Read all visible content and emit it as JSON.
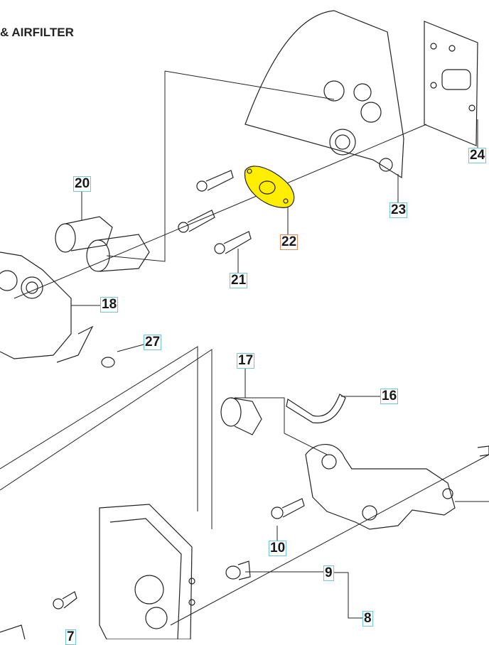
{
  "title": "& AIRFILTER",
  "colors": {
    "label_border": "#6cc9d6",
    "selected_border": "#e8875a",
    "highlight_part": "#ffee00"
  },
  "labels": [
    {
      "id": "20",
      "selected": false
    },
    {
      "id": "24",
      "selected": false
    },
    {
      "id": "23",
      "selected": false
    },
    {
      "id": "22",
      "selected": true
    },
    {
      "id": "21",
      "selected": false
    },
    {
      "id": "18",
      "selected": false
    },
    {
      "id": "27",
      "selected": false
    },
    {
      "id": "17",
      "selected": false
    },
    {
      "id": "16",
      "selected": false
    },
    {
      "id": "10",
      "selected": false
    },
    {
      "id": "9",
      "selected": false
    },
    {
      "id": "8",
      "selected": false
    },
    {
      "id": "7",
      "selected": false
    }
  ]
}
